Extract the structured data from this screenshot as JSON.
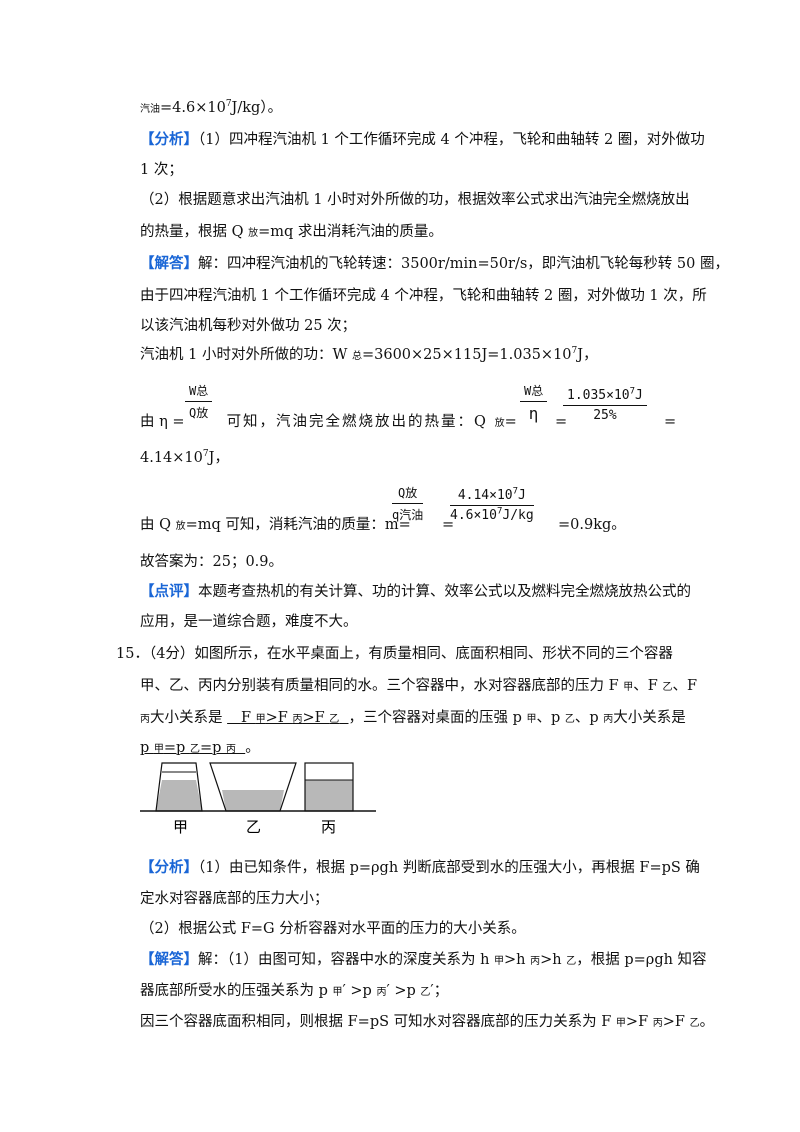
{
  "l01": {
    "a": "汽油",
    "b": "=4.6×10",
    "sup": "7",
    "c": "J/kg）。"
  },
  "l02": {
    "tag": "【分析】",
    "text": "（1）四冲程汽油机 1 个工作循环完成 4 个冲程，飞轮和曲轴转 2 圈，对外做功"
  },
  "l03": "1 次；",
  "l04": "（2）根据题意求出汽油机 1 小时对外所做的功，根据效率公式求出汽油完全燃烧放出",
  "l05": {
    "a": "的热量，根据 Q ",
    "sub": "放",
    "b": "=mq 求出消耗汽油的质量。"
  },
  "l06": {
    "tag": "【解答】",
    "text": "解：四冲程汽油机的飞轮转速：3500r/min=50r/s，即汽油机飞轮每秒转 50 圈，"
  },
  "l07": "由于四冲程汽油机 1 个工作循环完成 4 个冲程，飞轮和曲轴转 2 圈，对外做功 1 次，所",
  "l08": "以该汽油机每秒对外做功 25 次；",
  "l09": {
    "a": "汽油机 1 小时对外所做的功：W ",
    "sub": "总",
    "b": "=3600×25×115J=1.035×10",
    "sup": "7",
    "c": "J，"
  },
  "f1": {
    "num": "W总",
    "den": "Q放"
  },
  "l10": {
    "a": "由 η =",
    "b": "可知，汽油完全燃烧放出的热量：Q ",
    "sub": "放",
    "c": "="
  },
  "f2": {
    "num": "W总",
    "den": "η"
  },
  "f3": {
    "num": "1.035×10",
    "sup": "7",
    "unit": "J",
    "den": "25%"
  },
  "l10eq": "=",
  "l11": {
    "a": "4.14×10",
    "sup": "7",
    "b": "J，"
  },
  "f4": {
    "num": "Q放",
    "den": "q汽油"
  },
  "f5": {
    "num": "4.14×10",
    "sup": "7",
    "unit": "J",
    "den_a": "4.6×10",
    "den_sup": "7",
    "den_b": "J/kg"
  },
  "l12": {
    "a": "由 Q ",
    "sub": "放",
    "b": "=mq 可知，消耗汽油的质量：m=",
    "c": "=0.9kg。"
  },
  "l13": "故答案为：25；0.9。",
  "l14": {
    "tag": "【点评】",
    "text": "本题考查热机的有关计算、功的计算、效率公式以及燃料完全燃烧放热公式的"
  },
  "l15": "应用，是一道综合题，难度不大。",
  "q15": {
    "num": "15．",
    "text": "（4分）如图所示，在水平桌面上，有质量相同、底面积相同、形状不同的三个容器"
  },
  "l16": {
    "a": "甲、乙、丙内分别装有质量相同的水。三个容器中，水对容器底部的压力 F ",
    "s1": "甲",
    "b": "、F ",
    "s2": "乙",
    "c": "、F"
  },
  "l17": {
    "sub0": "丙",
    "a": "大小关系是 ",
    "ans_a": "F ",
    "as1": "甲",
    "ans_b": ">F ",
    "as2": "丙",
    "ans_c": ">F ",
    "as3": "乙",
    "b": "，三个容器对桌面的压强 p ",
    "s1": "甲",
    "c": "、p ",
    "s2": "乙",
    "d": "、p ",
    "s3": "丙",
    "e": "大小关系是"
  },
  "l18": {
    "ans_a": "p ",
    "s1": "甲",
    "ans_b": "=p ",
    "s2": "乙",
    "ans_c": "=p ",
    "s3": "丙",
    "b": "。"
  },
  "fig": {
    "labels": [
      "甲",
      "乙",
      "丙"
    ]
  },
  "l19": {
    "tag": "【分析】",
    "text": "（1）由已知条件，根据 p=ρgh 判断底部受到水的压强大小，再根据 F=pS 确"
  },
  "l20": "定水对容器底部的压力大小；",
  "l21": "（2）根据公式 F=G 分析容器对水平面的压力的大小关系。",
  "l22": {
    "tag": "【解答】",
    "a": "解：（1）由图可知，容器中水的深度关系为 h ",
    "s1": "甲",
    "b": ">h ",
    "s2": "丙",
    "c": ">h ",
    "s3": "乙",
    "d": "，根据 p=ρgh 知容"
  },
  "l23": {
    "a": "器底部所受水的压强关系为 p ",
    "s1": "甲",
    "b": "′ >p ",
    "s2": "丙",
    "c": "′ >p ",
    "s3": "乙",
    "d": "′；"
  },
  "l24": {
    "a": "因三个容器底面积相同，则根据 F=pS 可知水对容器底部的压力关系为 F ",
    "s1": "甲",
    "b": ">F ",
    "s2": "丙",
    "c": ">F ",
    "s3": "乙",
    "d": "。"
  }
}
